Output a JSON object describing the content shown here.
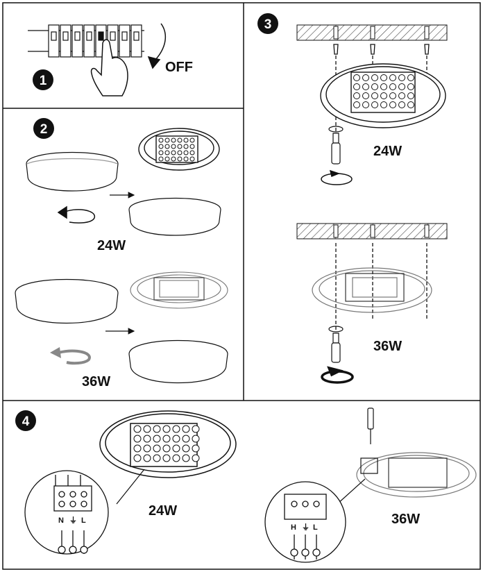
{
  "steps": [
    {
      "number": "1",
      "label": "OFF"
    },
    {
      "number": "2",
      "label_24": "24W",
      "label_36": "36W"
    },
    {
      "number": "3",
      "label_24": "24W",
      "label_36": "36W"
    },
    {
      "number": "4",
      "label_24": "24W",
      "label_36": "36W"
    }
  ],
  "terminals": {
    "n": "N",
    "l": "L",
    "h": "H",
    "ground_symbol": "⏚"
  },
  "colors": {
    "line": "#111111",
    "hatch": "#444444",
    "badge": "#111111"
  }
}
